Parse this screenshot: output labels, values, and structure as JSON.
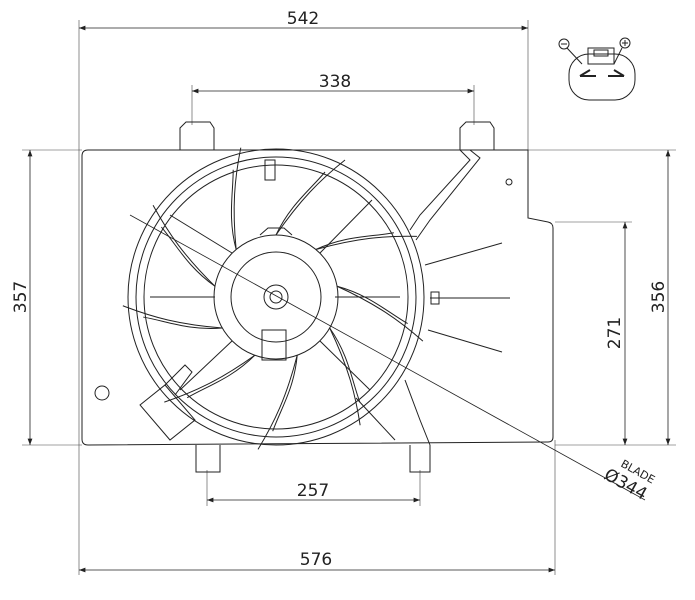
{
  "dimensions": {
    "top_width": "542",
    "mount_spacing_top": "338",
    "left_height": "357",
    "right_height": "356",
    "inner_height": "271",
    "bottom_mount_spacing": "257",
    "bottom_width": "576"
  },
  "blade": {
    "label": "BLADE",
    "diameter": "Ø344"
  },
  "connector": {
    "negative_symbol": "minus-terminal",
    "positive_symbol": "plus-terminal"
  }
}
